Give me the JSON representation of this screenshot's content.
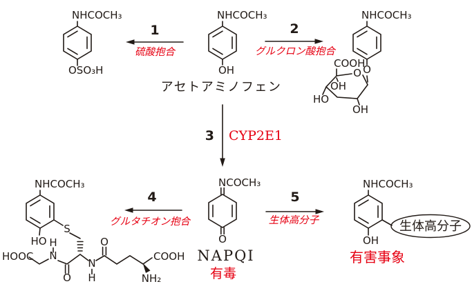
{
  "palette": {
    "red": "#e60012",
    "ink": "#211a16",
    "background": "#ffffff"
  },
  "compounds": {
    "acetaminophen": {
      "amide": "NHCOCH₃",
      "hydroxyl": "OH",
      "name": "アセトアミノフェン"
    },
    "sulfate_conjugate": {
      "amide": "NHCOCH₃",
      "sulfate": "OSO₃H"
    },
    "glucuronide_conjugate": {
      "amide": "NHCOCH₃",
      "ether_o": "O",
      "cooh": "COOH",
      "ring_o": "O",
      "oh_axial": "OH",
      "ho_left": "HO",
      "oh_bottom": "OH"
    },
    "napqi": {
      "imine": "NCOCH₃",
      "ketone_o": "O",
      "name": "NAPQI",
      "warning": "有毒"
    },
    "glutathione_conjugate": {
      "amide": "NHCOCH₃",
      "hydroxyl": "HO",
      "thioether": "S",
      "glycine_cooh": "HOOC",
      "amide_n1": "N",
      "amide_h1": "H",
      "carbonyl_o1": "O",
      "amide_n2": "N",
      "amide_h2": "H",
      "carbonyl_o2": "O",
      "glutamate_cooh": "COOH",
      "amine": "NH₂"
    },
    "protein_adduct": {
      "amide": "NHCOCH₃",
      "hydroxyl": "OH",
      "macromolecule": "生体高分子",
      "outcome": "有害事象"
    }
  },
  "reactions": [
    {
      "number": "1",
      "label": "硫酸抱合",
      "direction": "left"
    },
    {
      "number": "2",
      "label": "グルクロン酸抱合",
      "direction": "right"
    },
    {
      "number": "3",
      "label": "CYP2E1",
      "direction": "down"
    },
    {
      "number": "4",
      "label": "グルタチオン抱合",
      "direction": "left"
    },
    {
      "number": "5",
      "label": "生体高分子",
      "direction": "right"
    }
  ]
}
